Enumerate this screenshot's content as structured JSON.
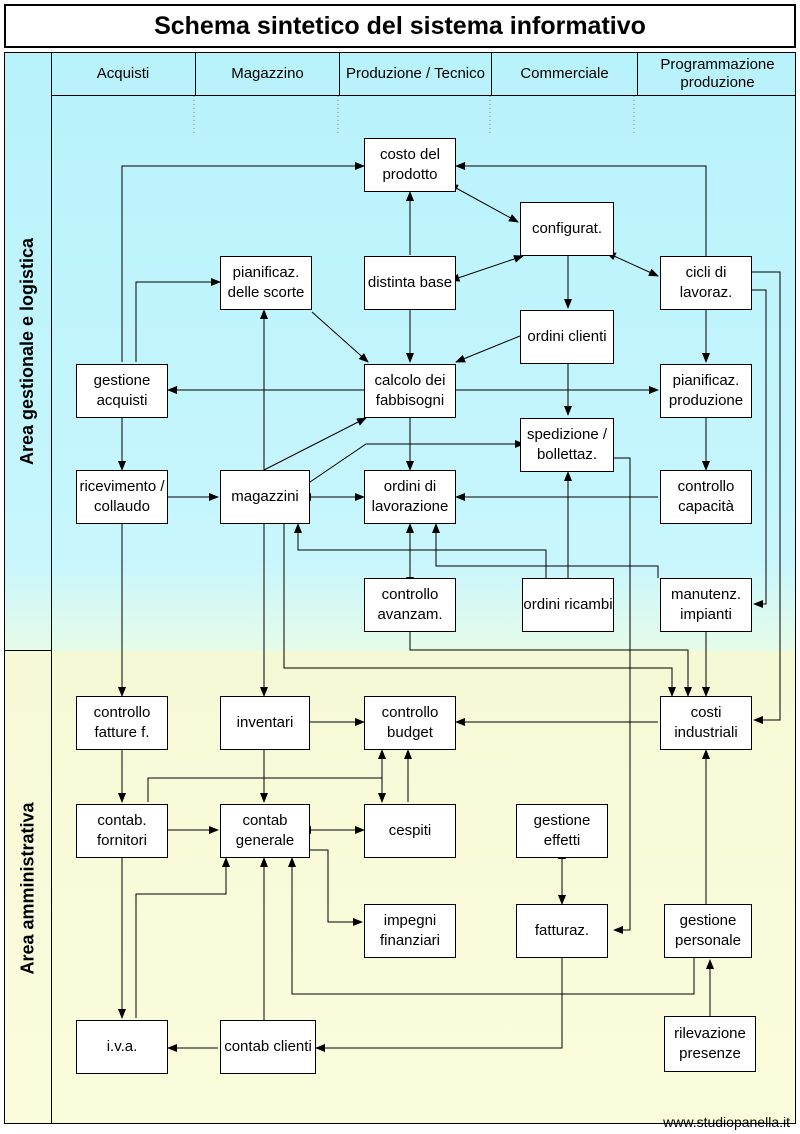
{
  "title": "Schema sintetico del sistema informativo",
  "areas": {
    "gestionale": "Area gestionale e logistica",
    "amministrativa": "Area amministrativa"
  },
  "columns": [
    "Acquisti",
    "Magazzino",
    "Produzione / Tecnico",
    "Commerciale",
    "Programmazione produzione"
  ],
  "nodes": {
    "costo_prodotto": "costo del prodotto",
    "configurat": "configurat.",
    "pianificaz_scorte": "pianificaz. delle scorte",
    "distinta_base": "distinta base",
    "cicli_lavoraz": "cicli di lavoraz.",
    "ordini_clienti": "ordini clienti",
    "gestione_acquisti": "gestione acquisti",
    "calcolo_fabbisogni": "calcolo dei fabbisogni",
    "pianificaz_produzione": "pianificaz. produzione",
    "spedizione": "spedizione / bollettaz.",
    "ricevimento": "ricevimento / collaudo",
    "magazzini": "magazzini",
    "ordini_lavorazione": "ordini di lavorazione",
    "controllo_capacita": "controllo capacità",
    "controllo_avanzam": "controllo avanzam.",
    "ordini_ricambi": "ordini ricambi",
    "manutenz_impianti": "manutenz. impianti",
    "controllo_fatture": "controllo fatture f.",
    "inventari": "inventari",
    "controllo_budget": "controllo budget",
    "costi_industriali": "costi industriali",
    "contab_fornitori": "contab. fornitori",
    "contab_generale": "contab generale",
    "cespiti": "cespiti",
    "gestione_effetti": "gestione effetti",
    "impegni_finanziari": "impegni finanziari",
    "fatturaz": "fatturaz.",
    "gestione_personale": "gestione personale",
    "iva": "i.v.a.",
    "contab_clienti": "contab clienti",
    "rilevazione_presenze": "rilevazione presenze"
  },
  "footer": "www.studiopanella.it"
}
